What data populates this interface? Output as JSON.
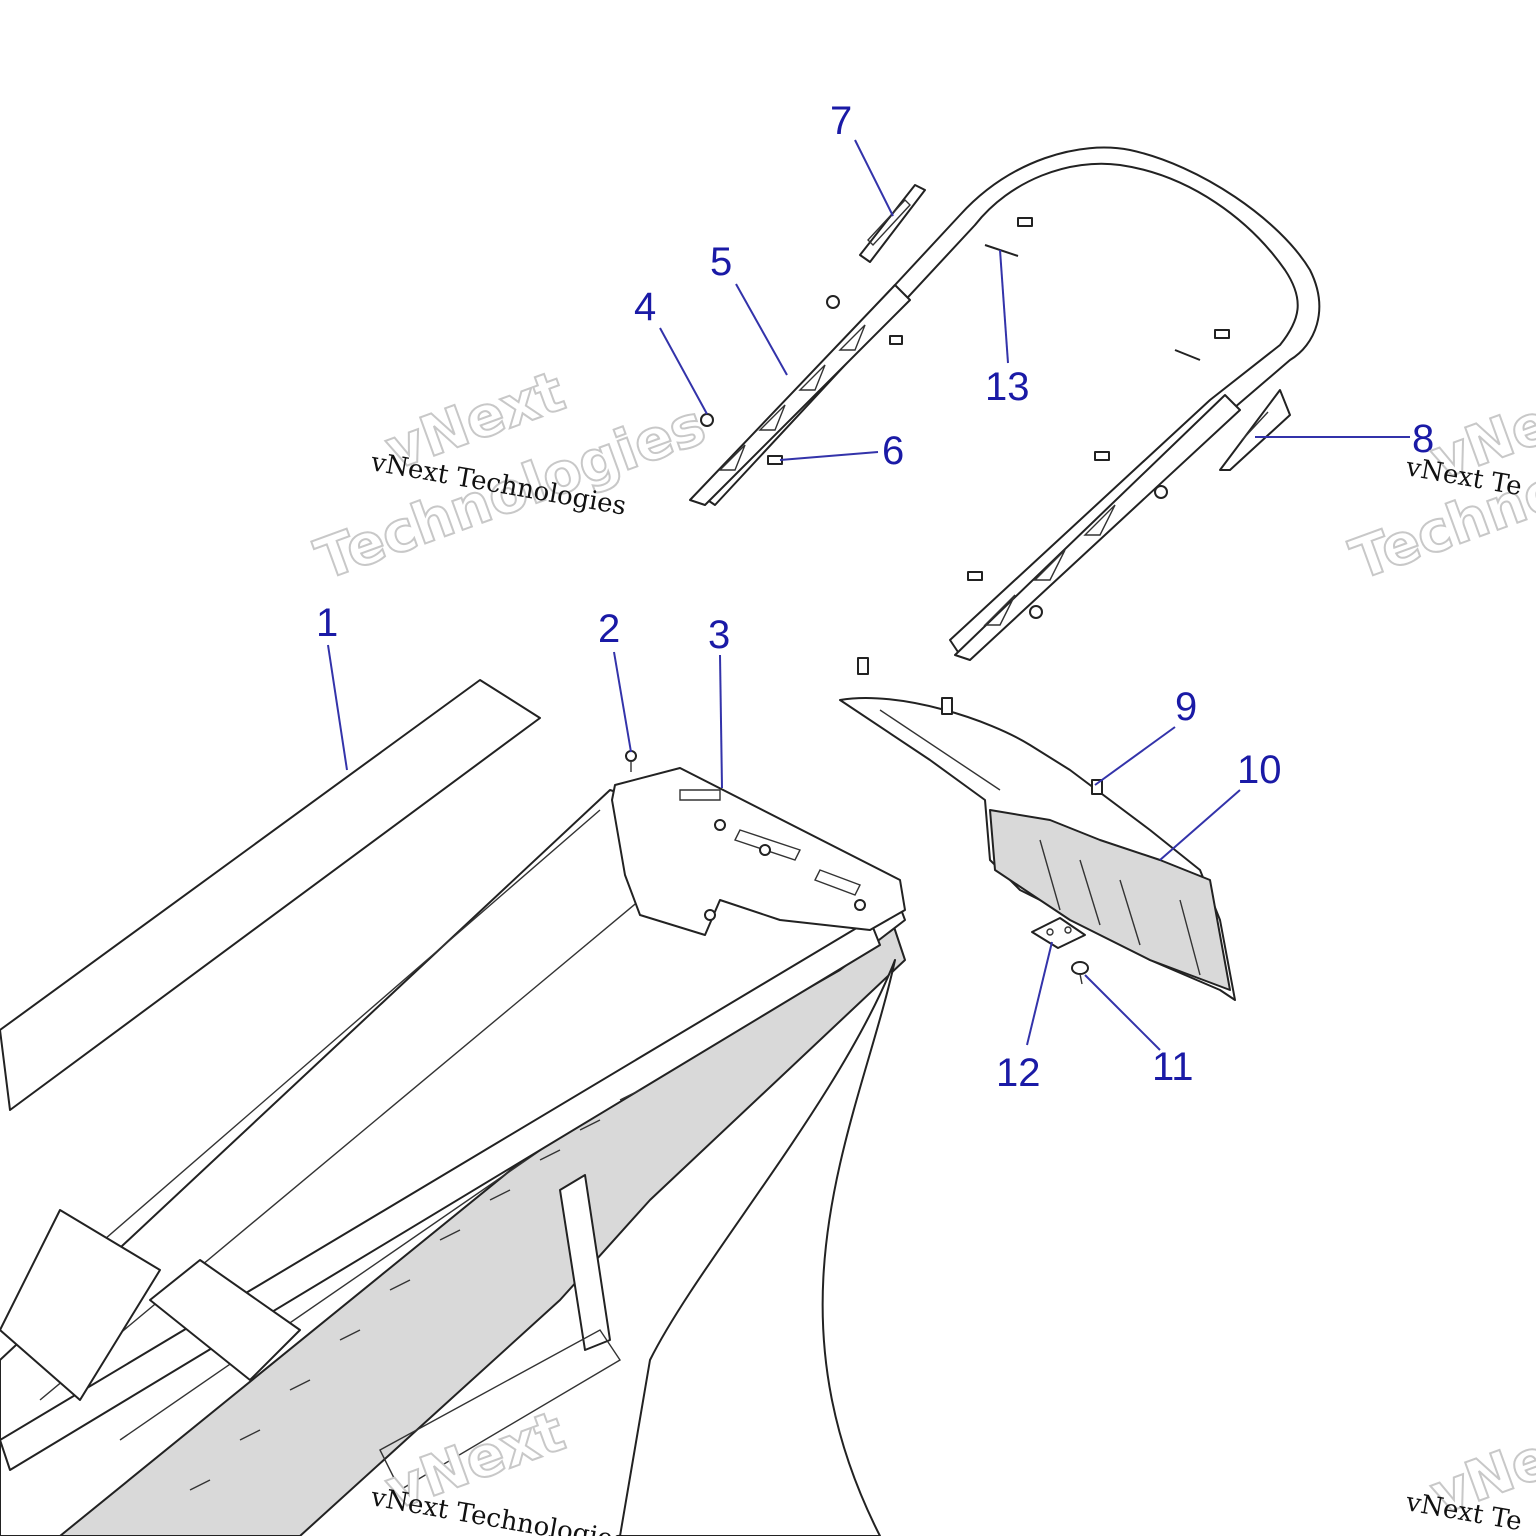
{
  "callouts": [
    {
      "number": "1"
    },
    {
      "number": "2"
    },
    {
      "number": "3"
    },
    {
      "number": "4"
    },
    {
      "number": "5"
    },
    {
      "number": "6"
    },
    {
      "number": "7"
    },
    {
      "number": "8"
    },
    {
      "number": "9"
    },
    {
      "number": "10"
    },
    {
      "number": "11"
    },
    {
      "number": "12"
    },
    {
      "number": "13"
    }
  ],
  "watermark": {
    "small": "vNext Technologies",
    "big_line1": "vNext",
    "big_line2": "Technologies",
    "partial_small": "vNext Te",
    "partial_big_line1": "vNe",
    "partial_big_line2": "Technolo"
  },
  "colors": {
    "callout": "#1a1aa6",
    "leader": "#3333aa",
    "part_fill_gray": "#d9d9d9"
  }
}
